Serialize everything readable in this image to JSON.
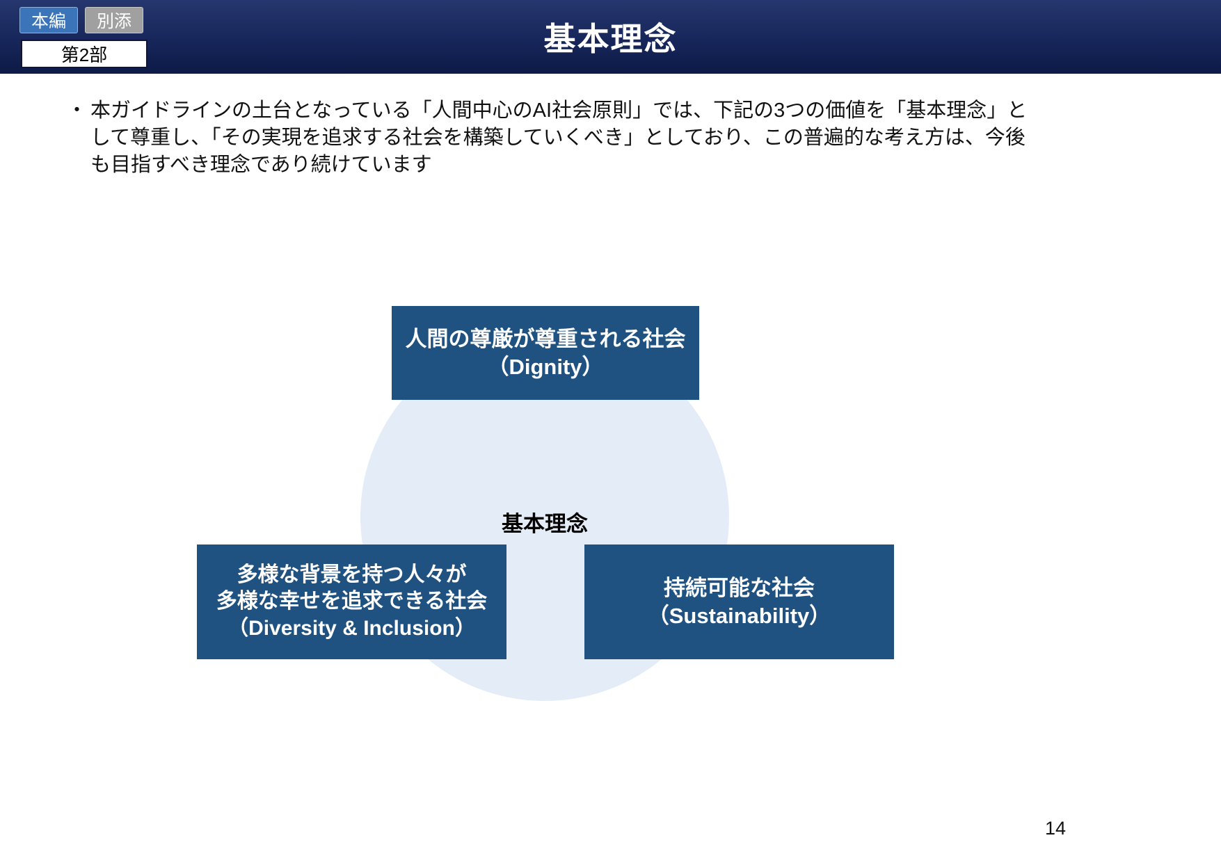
{
  "header": {
    "title": "基本理念",
    "nav": {
      "main_label": "本編",
      "appendix_label": "別添"
    },
    "part_label": "第2部",
    "colors": {
      "header_bg": "#17265a",
      "main_btn_bg": "#3b74b9",
      "appendix_btn_bg": "#a0a0a0"
    }
  },
  "body": {
    "bullet_marker": "・",
    "bullet_text": "本ガイドラインの土台となっている「人間中心のAI社会原則」では、下記の3つの価値を「基本理念」として尊重し、「その実現を追求する社会を構築していくべき」としており、この普遍的な考え方は、今後も目指すべき理念であり続けています"
  },
  "diagram": {
    "center_label": "基本理念",
    "colors": {
      "box_bg": "#1f5181",
      "circle_bg": "#e4ecf7"
    },
    "boxes": {
      "dignity": {
        "line1": "人間の尊厳が尊重される社会",
        "line2": "（Dignity）"
      },
      "diversity": {
        "line1": "多様な背景を持つ人々が",
        "line2": "多様な幸せを追求できる社会",
        "line3": "（Diversity & Inclusion）"
      },
      "sustainability": {
        "line1": "持続可能な社会",
        "line2": "（Sustainability）"
      }
    }
  },
  "footer": {
    "page_number": "14"
  }
}
